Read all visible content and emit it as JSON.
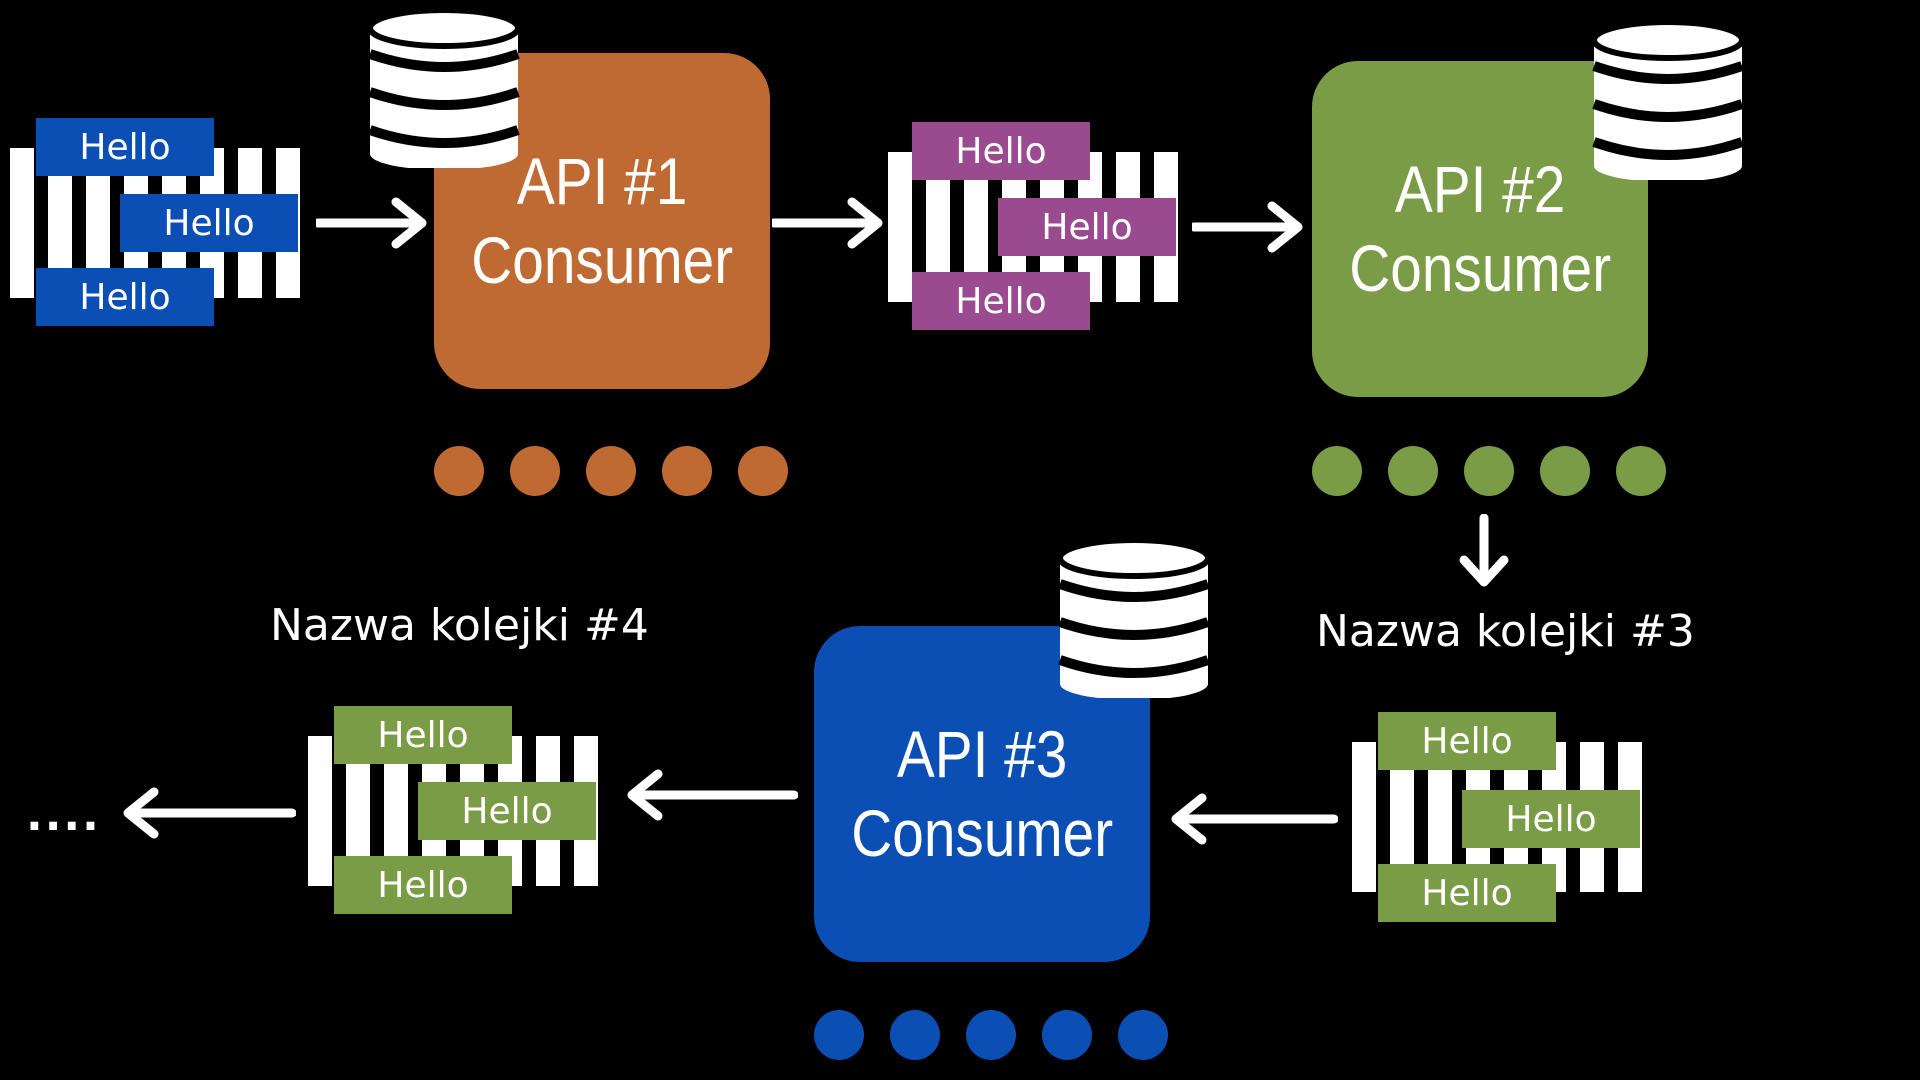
{
  "colors": {
    "background": "#000000",
    "blue": "#0b4fb5",
    "orange": "#c06a33",
    "purple": "#9a4a8e",
    "green": "#7a9c46",
    "white": "#ffffff"
  },
  "queue1": {
    "messages": [
      "Hello",
      "Hello",
      "Hello"
    ]
  },
  "queue2": {
    "messages": [
      "Hello",
      "Hello",
      "Hello"
    ]
  },
  "queue3": {
    "label": "Nazwa kolejki #3",
    "messages": [
      "Hello",
      "Hello",
      "Hello"
    ]
  },
  "queue4": {
    "label": "Nazwa kolejki #4",
    "messages": [
      "Hello",
      "Hello",
      "Hello"
    ]
  },
  "api1": {
    "line1": "API #1",
    "line2": "Consumer"
  },
  "api2": {
    "line1": "API #2",
    "line2": "Consumer"
  },
  "api3": {
    "line1": "API #3",
    "line2": "Consumer"
  },
  "ellipsis": "...."
}
